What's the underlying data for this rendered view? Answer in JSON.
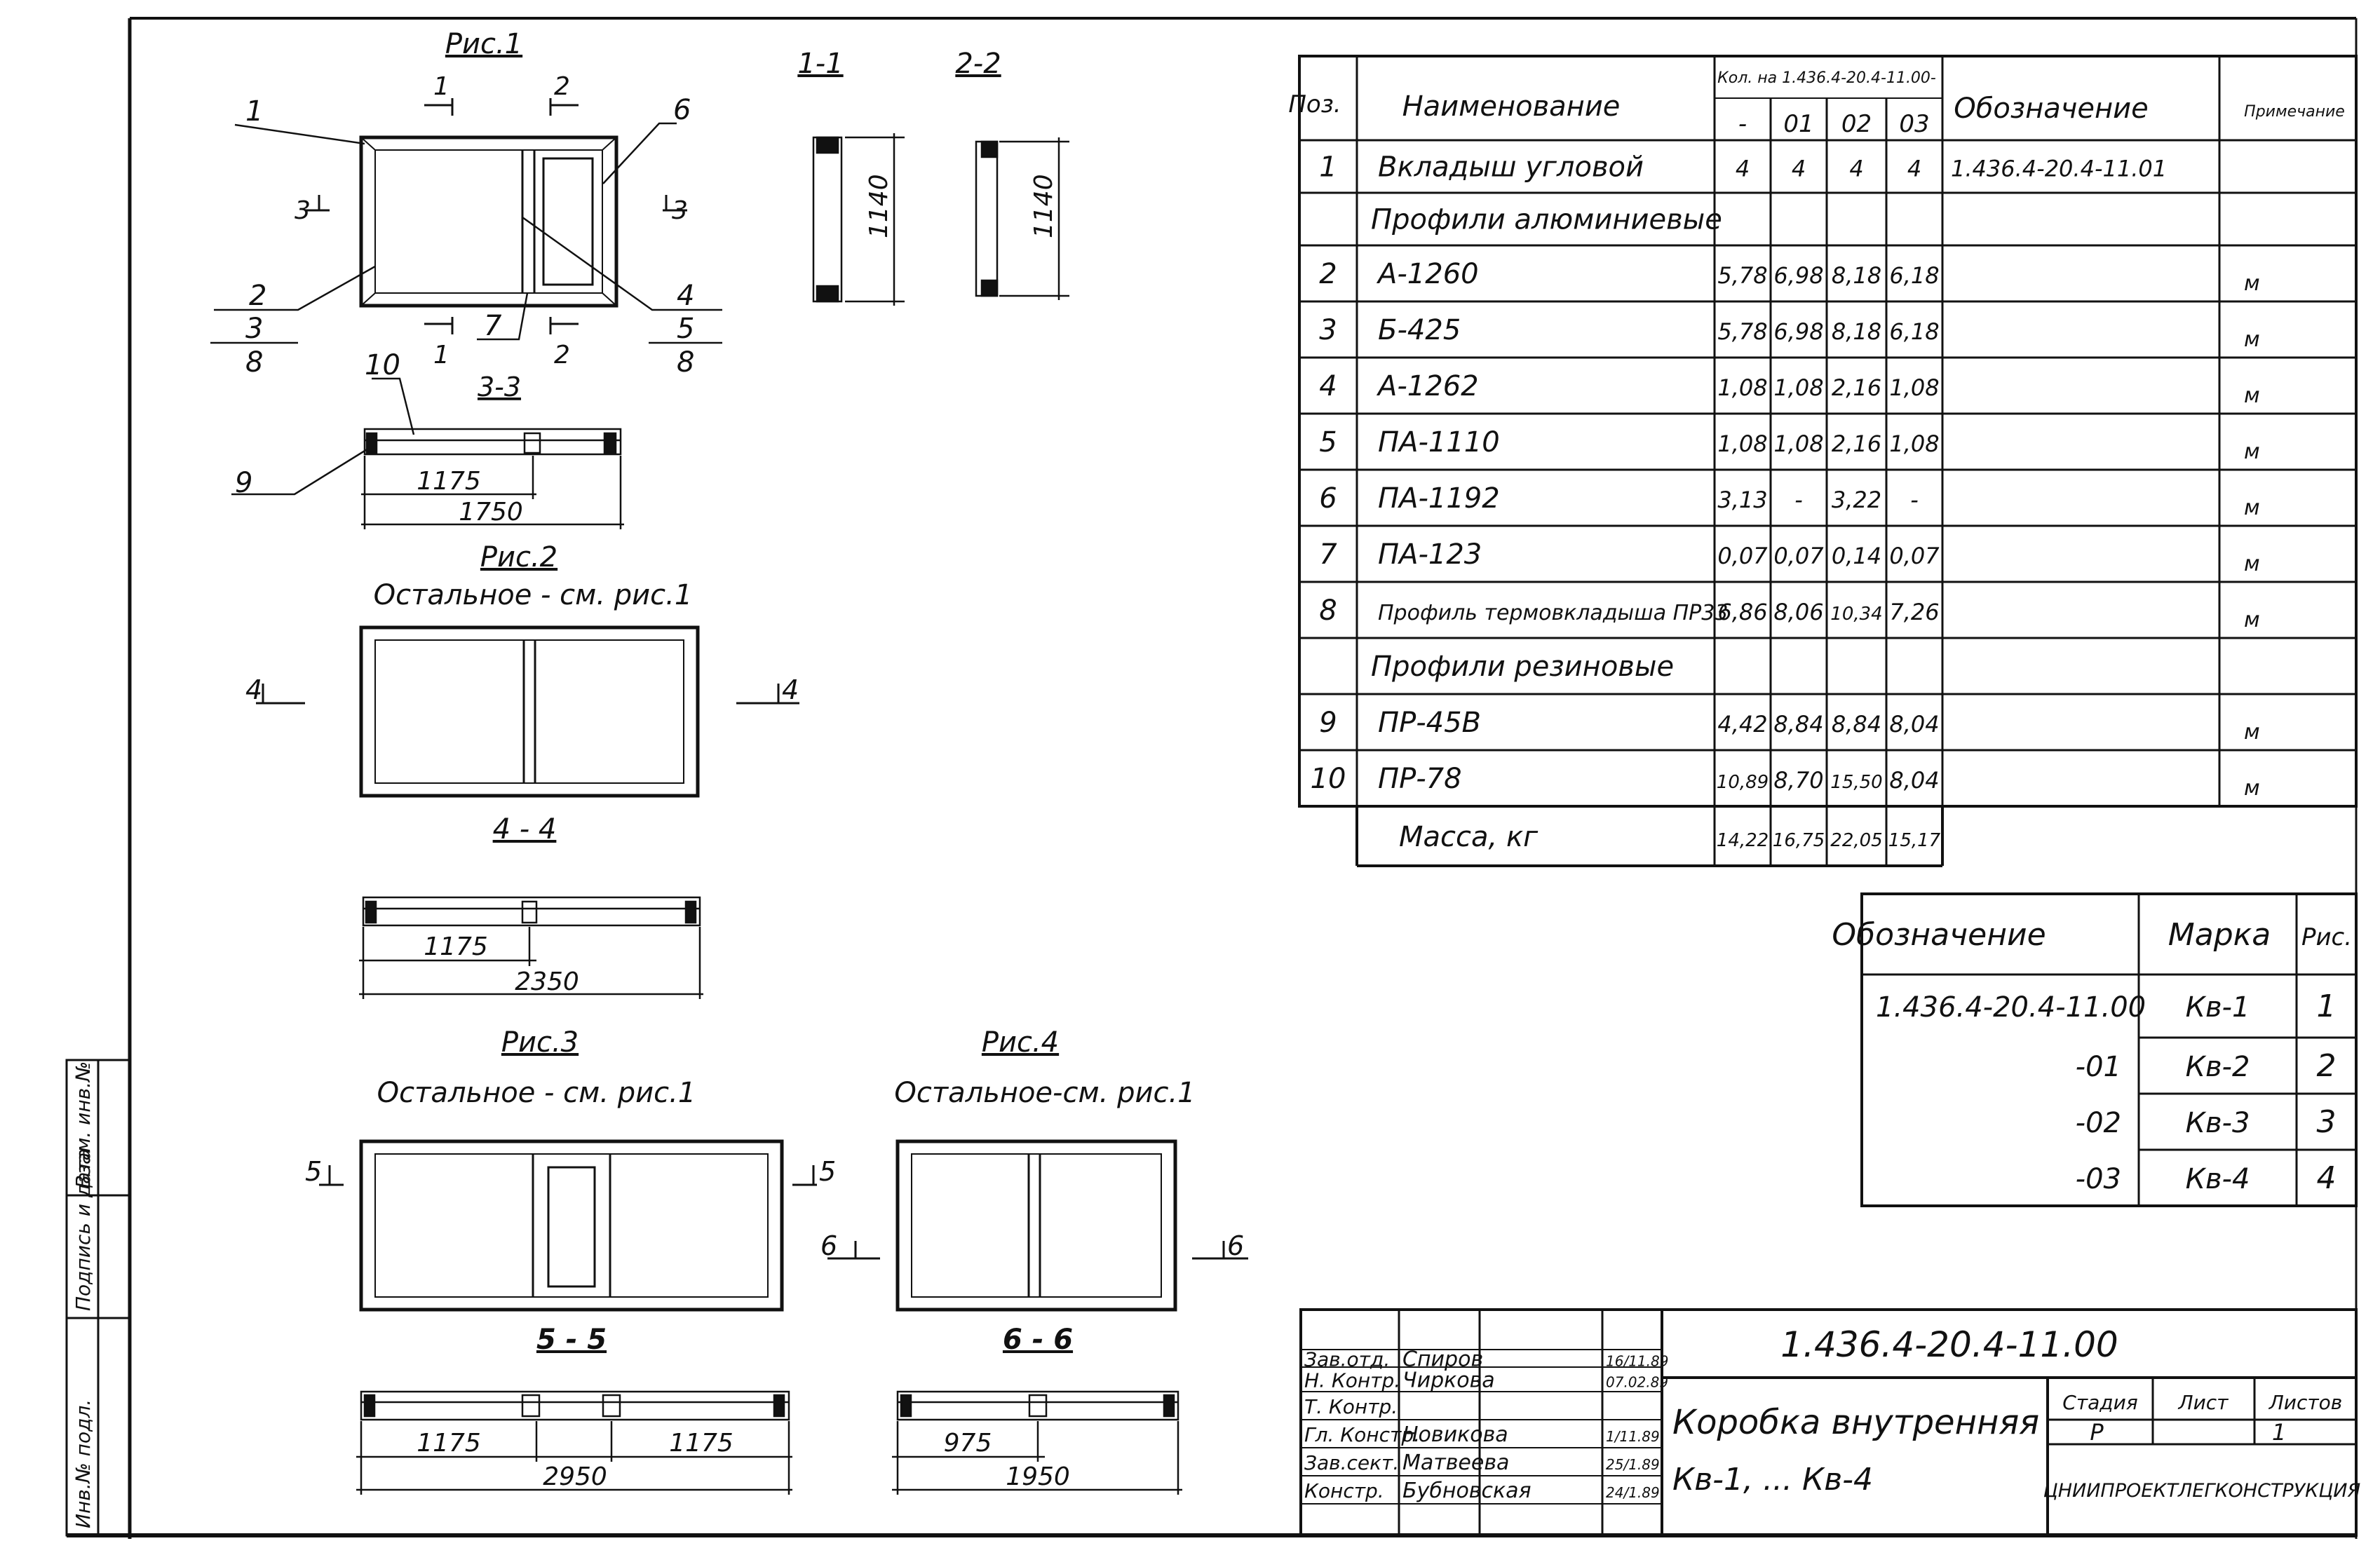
{
  "figures": {
    "fig1": "Рис.1",
    "fig2": "Рис.2",
    "fig3": "Рис.3",
    "fig4": "Рис.4",
    "rest_fig2": "Остальное - см. рис.1",
    "rest_fig3": "Остальное - см. рис.1",
    "rest_fig4": "Остальное-см. рис.1"
  },
  "sections": {
    "s11": "1-1",
    "s22": "2-2",
    "s33": "3-3",
    "s44": "4 - 4",
    "s55": "5 - 5",
    "s66": "6 - 6"
  },
  "markers": {
    "m1": "1",
    "m2": "2",
    "m3": "3",
    "m4": "4",
    "m5": "5",
    "m6": "6"
  },
  "leaders": {
    "n1": "1",
    "n2": "2",
    "n3": "3",
    "n4": "4",
    "n5": "5",
    "n6": "6",
    "n7": "7",
    "n8a": "8",
    "n8b": "8",
    "n9": "9",
    "n10": "10"
  },
  "dims": {
    "d1140a": "1140",
    "d1140b": "1140",
    "d1175_1": "1175",
    "d1750": "1750",
    "d1175_2": "1175",
    "d2350": "2350",
    "d1175_3": "1175",
    "d1175_4": "1175",
    "d2950": "2950",
    "d975": "975",
    "d1950": "1950"
  },
  "spec": {
    "h_pos": "Поз.",
    "h_name": "Наименование",
    "h_qty": "Кол. на 1.436.4-20.4-11.00-",
    "h_q": [
      "-",
      "01",
      "02",
      "03"
    ],
    "h_desig": "Обозначение",
    "h_note": "Примечание",
    "rows": [
      {
        "pos": "1",
        "name": "Вкладыш угловой",
        "q": [
          "4",
          "4",
          "4",
          "4"
        ],
        "desig": "1.436.4-20.4-11.01",
        "note": ""
      },
      {
        "pos": "",
        "name": "Профили алюминиевые",
        "q": [
          "",
          "",
          "",
          ""
        ],
        "desig": "",
        "note": ""
      },
      {
        "pos": "2",
        "name": "А-1260",
        "q": [
          "5,78",
          "6,98",
          "8,18",
          "6,18"
        ],
        "desig": "",
        "note": "м"
      },
      {
        "pos": "3",
        "name": "Б-425",
        "q": [
          "5,78",
          "6,98",
          "8,18",
          "6,18"
        ],
        "desig": "",
        "note": "м"
      },
      {
        "pos": "4",
        "name": "А-1262",
        "q": [
          "1,08",
          "1,08",
          "2,16",
          "1,08"
        ],
        "desig": "",
        "note": "м"
      },
      {
        "pos": "5",
        "name": "ПА-1110",
        "q": [
          "1,08",
          "1,08",
          "2,16",
          "1,08"
        ],
        "desig": "",
        "note": "м"
      },
      {
        "pos": "6",
        "name": "ПА-1192",
        "q": [
          "3,13",
          "-",
          "3,22",
          "-"
        ],
        "desig": "",
        "note": "м"
      },
      {
        "pos": "7",
        "name": "ПА-123",
        "q": [
          "0,07",
          "0,07",
          "0,14",
          "0,07"
        ],
        "desig": "",
        "note": "м"
      },
      {
        "pos": "8",
        "name": "Профиль термовкладыша ПР33",
        "q": [
          "6,86",
          "8,06",
          "10,34",
          "7,26"
        ],
        "desig": "",
        "note": "м"
      },
      {
        "pos": "",
        "name": "Профили резиновые",
        "q": [
          "",
          "",
          "",
          ""
        ],
        "desig": "",
        "note": ""
      },
      {
        "pos": "9",
        "name": "ПР-45В",
        "q": [
          "4,42",
          "8,84",
          "8,84",
          "8,04"
        ],
        "desig": "",
        "note": "м"
      },
      {
        "pos": "10",
        "name": "ПР-78",
        "q": [
          "10,89",
          "8,70",
          "15,50",
          "8,04"
        ],
        "desig": "",
        "note": "м"
      }
    ],
    "mass_label": "Масса, кг",
    "mass": [
      "14,22",
      "16,75",
      "22,05",
      "15,17"
    ]
  },
  "marks": {
    "h_desig": "Обозначение",
    "h_mark": "Марка",
    "h_fig": "Рис.",
    "rows": [
      {
        "desig": "1.436.4-20.4-11.00",
        "mark": "Кв-1",
        "fig": "1"
      },
      {
        "desig": "-01",
        "mark": "Кв-2",
        "fig": "2"
      },
      {
        "desig": "-02",
        "mark": "Кв-3",
        "fig": "3"
      },
      {
        "desig": "-03",
        "mark": "Кв-4",
        "fig": "4"
      }
    ]
  },
  "stamp": {
    "code": "1.436.4-20.4-11.00",
    "title": "Коробка внутренняя",
    "subtitle": "Кв-1, ... Кв-4",
    "stage_h": "Стадия",
    "sheet_h": "Лист",
    "sheets_h": "Листов",
    "stage": "Р",
    "sheets": "1",
    "org": "ЦНИИПРОЕКТЛЕГКОНСТРУКЦИЯ",
    "people": [
      {
        "role": "Зав.отд.",
        "name": "Спиров",
        "date": "16/11.89"
      },
      {
        "role": "Н. Контр.",
        "name": "Чиркова",
        "date": "07.02.89"
      },
      {
        "role": "Т. Контр.",
        "name": "",
        "date": ""
      },
      {
        "role": "Гл. Констр.",
        "name": "Новикова",
        "date": "1/11.89"
      },
      {
        "role": "Зав.сект.",
        "name": "Матвеева",
        "date": "25/1.89"
      },
      {
        "role": "Констр.",
        "name": "Бубновская",
        "date": "24/1.89"
      }
    ]
  },
  "margin": {
    "inv_orig": "Инв.№ подл.",
    "sign_date": "Подпись и дата",
    "inv_repl": "Взам. инв.№"
  }
}
